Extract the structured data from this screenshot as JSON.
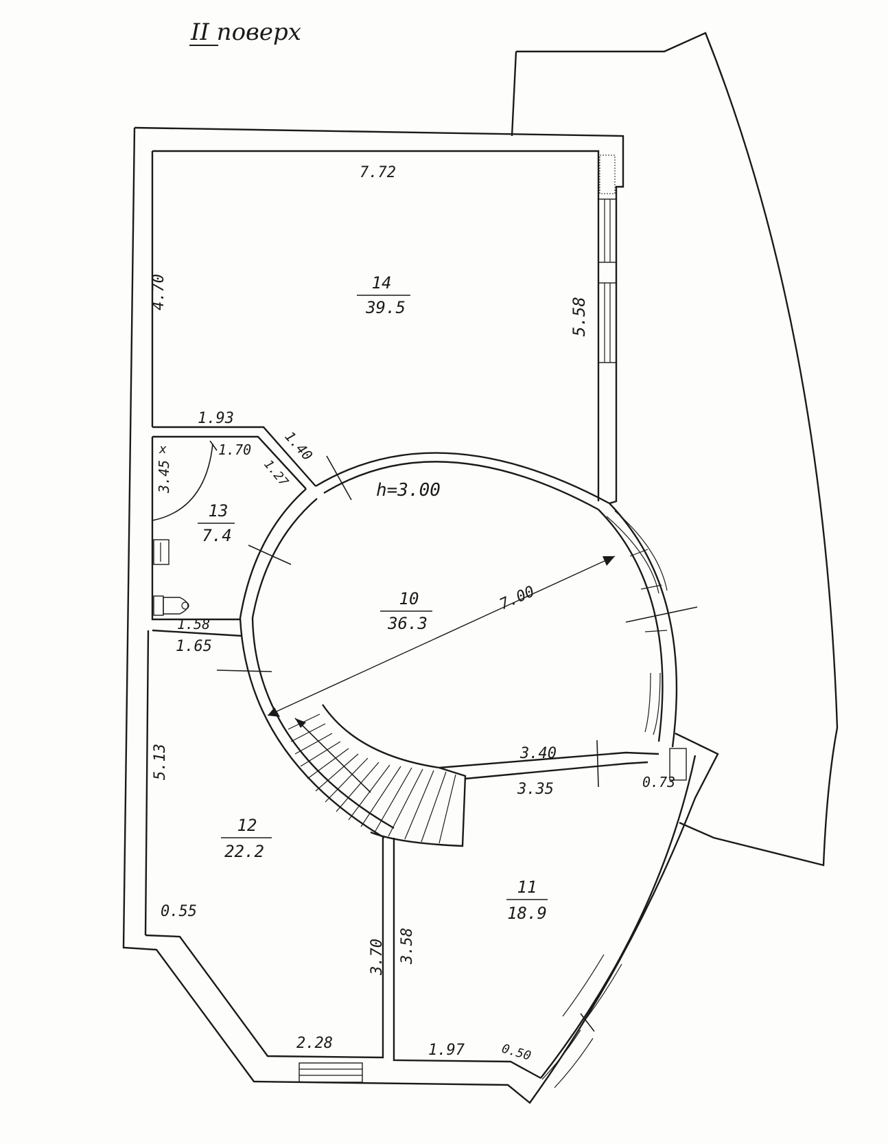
{
  "title": "II поверх",
  "height_note": "h=3.00",
  "rooms": [
    {
      "number": "14",
      "area": "39.5"
    },
    {
      "number": "13",
      "area": "7.4"
    },
    {
      "number": "10",
      "area": "36.3"
    },
    {
      "number": "12",
      "area": "22.2"
    },
    {
      "number": "11",
      "area": "18.9"
    }
  ],
  "dimensions": [
    "7.72",
    "4.70",
    "5.58",
    "1.93",
    "1.70",
    "1.40",
    "1.27",
    "3.45",
    "1.58",
    "1.65",
    "7.00",
    "3.40",
    "3.35",
    "0.73",
    "5.13",
    "0.55",
    "3.70",
    "3.58",
    "2.28",
    "1.97",
    "0.50"
  ]
}
